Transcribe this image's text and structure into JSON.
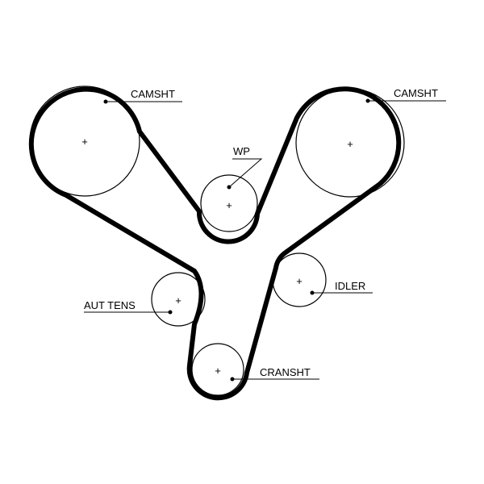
{
  "labels": {
    "camshaft_left": "CAMSHT",
    "camshaft_right": "CAMSHT",
    "water_pump": "WP",
    "auto_tensioner": "AUT TENS",
    "idler": "IDLER",
    "crankshaft": "CRANSHT"
  },
  "cross_symbol": "+"
}
